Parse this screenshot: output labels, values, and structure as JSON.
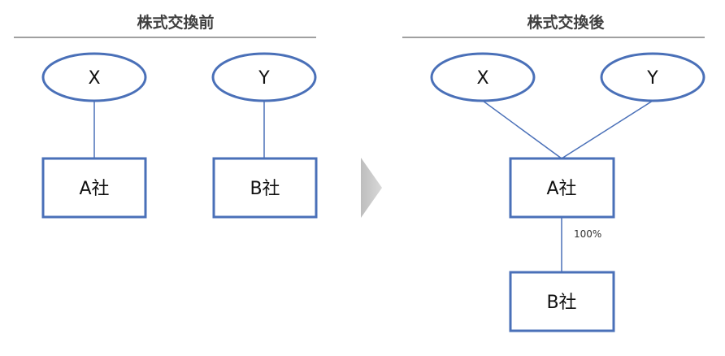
{
  "before": {
    "title": "株式交換前",
    "shareholder_x": "X",
    "shareholder_y": "Y",
    "company_a": "A社",
    "company_b": "B社"
  },
  "after": {
    "title": "株式交換後",
    "shareholder_x": "X",
    "shareholder_y": "Y",
    "company_a": "A社",
    "company_b": "B社",
    "ownership_label": "100%"
  },
  "colors": {
    "shape_stroke": "#4a70b8",
    "arrow": "#c8c8c8"
  }
}
